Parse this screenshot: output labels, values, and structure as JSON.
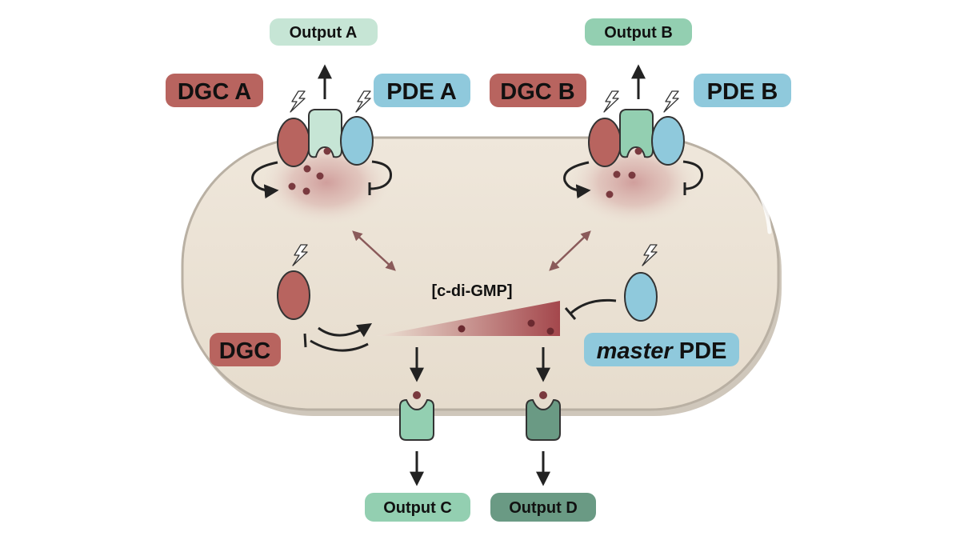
{
  "labels": {
    "output_a": "Output A",
    "output_b": "Output B",
    "output_c": "Output C",
    "output_d": "Output D",
    "dgc_a": "DGC A",
    "pde_a": "PDE A",
    "dgc_b": "DGC B",
    "pde_b": "PDE B",
    "dgc": "DGC",
    "master_prefix": "master",
    "master_suffix": " PDE",
    "c_di_gmp": "[c-di-GMP]"
  },
  "colors": {
    "dgc": "#b8645f",
    "pde": "#8fc9dc",
    "output_light": "#c6e5d5",
    "output_mid": "#93cfb1",
    "output_dark": "#6a9a84",
    "cell_fill": "#ede3d6",
    "cell_outline": "#c4bcb0"
  }
}
